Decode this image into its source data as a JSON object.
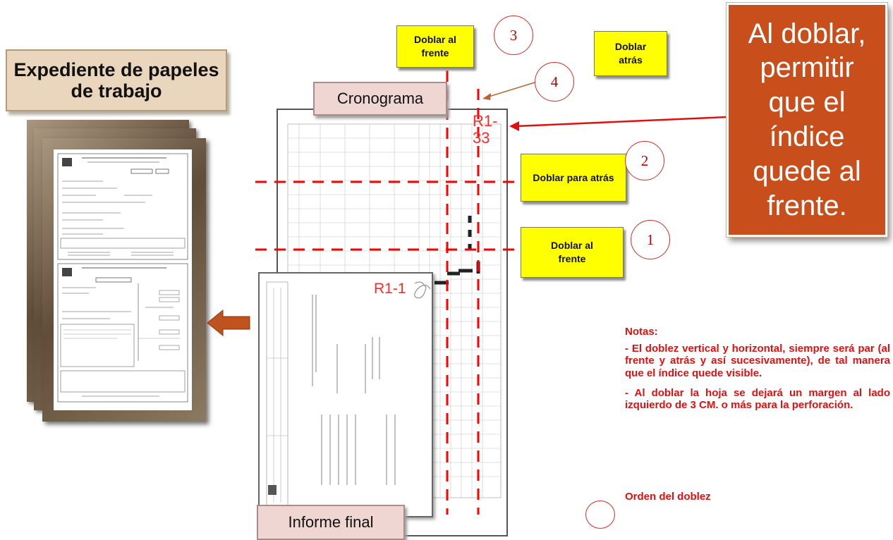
{
  "folder": {
    "title": "Expediente de papeles de trabajo"
  },
  "labels": {
    "cronograma": "Cronograma",
    "informe_final": "Informe final"
  },
  "fold_labels": {
    "doblar_frente_top": "Doblar al frente",
    "doblar_atras": "Doblar atrás",
    "doblar_para_atras": "Doblar para atrás",
    "doblar_frente_bottom": "Doblar al frente"
  },
  "order_numbers": [
    "1",
    "2",
    "3",
    "4"
  ],
  "index_marks": {
    "top": "R1-33",
    "lower": "R1-1"
  },
  "callout": "Al doblar, permitir que el índice quede al frente.",
  "notes": {
    "heading": "Notas:",
    "items": [
      "- El doblez vertical y horizontal, siempre será par (al frente y atrás y así sucesivamente), de tal manera que el índice quede visible.",
      "- Al doblar la hoja se dejará un margen al lado izquierdo de 3 CM. o más para la perforación."
    ],
    "legend": "Orden del doblez"
  },
  "colors": {
    "fold_line": "#ff0000",
    "callout": "#c84e1c",
    "label_fill": "#ffff00",
    "arrow": "#c0521f",
    "notes": "#e01010"
  }
}
